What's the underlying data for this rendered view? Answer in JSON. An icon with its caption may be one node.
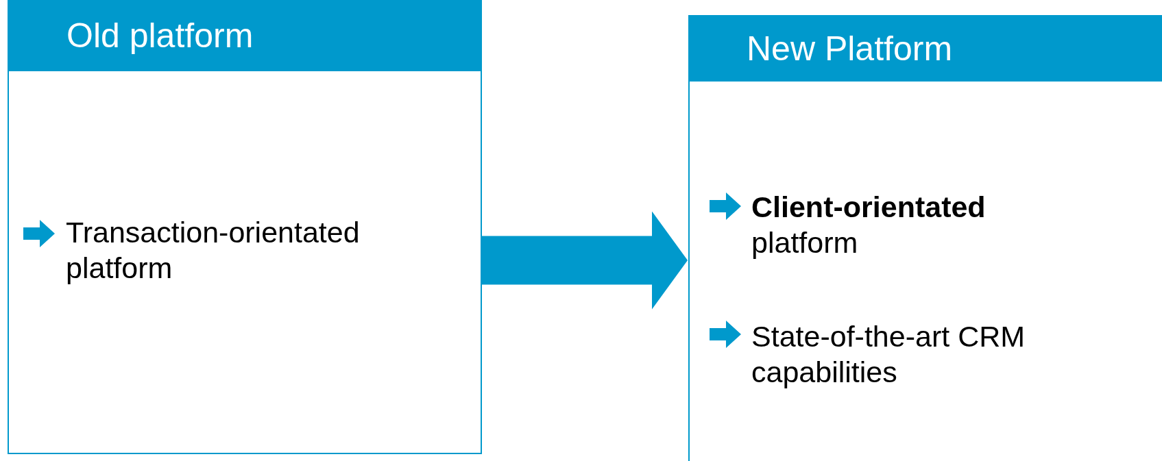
{
  "diagram": {
    "nodes": [
      {
        "text": [
          "Old platform",
          "Transaction-orientated platform"
        ]
      },
      {
        "text": [
          "New Platform",
          "**Client-orientated** platform",
          "State-of-the-art CRM capabilities"
        ]
      }
    ],
    "edges": [
      {
        "from": 0,
        "to": 1,
        "arrow": "to"
      }
    ]
  }
}
